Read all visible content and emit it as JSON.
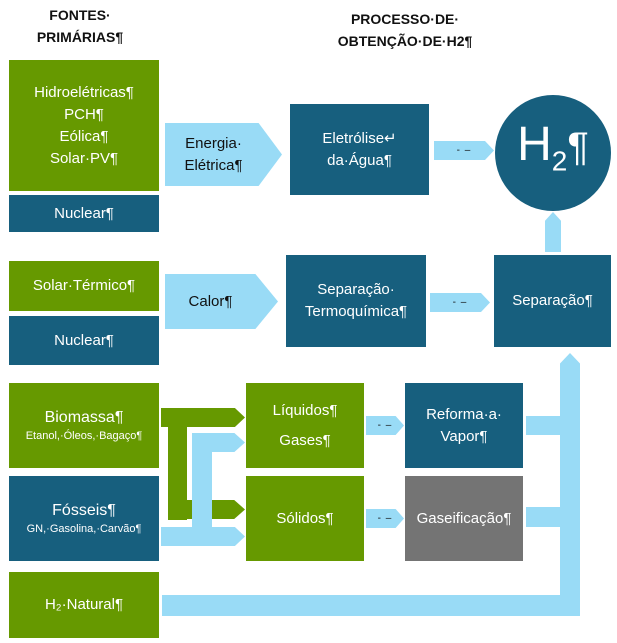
{
  "headers": {
    "sources": [
      "FONTES·",
      "PRIMÁRIAS¶"
    ],
    "process": [
      "PROCESSO·DE·",
      "OBTENÇÃO·DE·H2¶"
    ]
  },
  "sources": {
    "renewables": [
      "Hidroelétricas¶",
      "PCH¶",
      "Eólica¶",
      "Solar·PV¶"
    ],
    "nuclear_1": "Nuclear¶",
    "solar_thermal": "Solar·Térmico¶",
    "nuclear_2": "Nuclear¶",
    "biomass": {
      "title": "Biomassa¶",
      "subtitle": "Etanol,·Óleos,·Bagaço¶"
    },
    "fossil": {
      "title": "Fósseis¶",
      "subtitle": "GN,·Gasolina,·Carvão¶"
    },
    "natural_h2": "H₂·Natural¶"
  },
  "energy_carriers": {
    "electric": [
      "Energia·",
      "Elétrica¶"
    ],
    "heat": "Calor¶"
  },
  "intermediates": {
    "liquids": "Líquidos¶",
    "gases": "Gases¶",
    "solids": "Sólidos¶"
  },
  "processes": {
    "electrolysis": [
      "Eletrólise↵",
      "da·Água¶"
    ],
    "thermochemical": [
      "Separação·",
      "Termoquímica¶"
    ],
    "separation": "Separação¶",
    "steam_reforming": [
      "Reforma·a·",
      "Vapor¶"
    ],
    "gasification": "Gaseificação¶"
  },
  "product": {
    "main": "H",
    "sub": "2",
    "mark": "¶"
  },
  "arrow_marks": {
    "dash": "- –"
  },
  "colors": {
    "green": "#669900",
    "blue": "#175F7E",
    "gray": "#747474",
    "light_blue": "#99DBF6"
  }
}
